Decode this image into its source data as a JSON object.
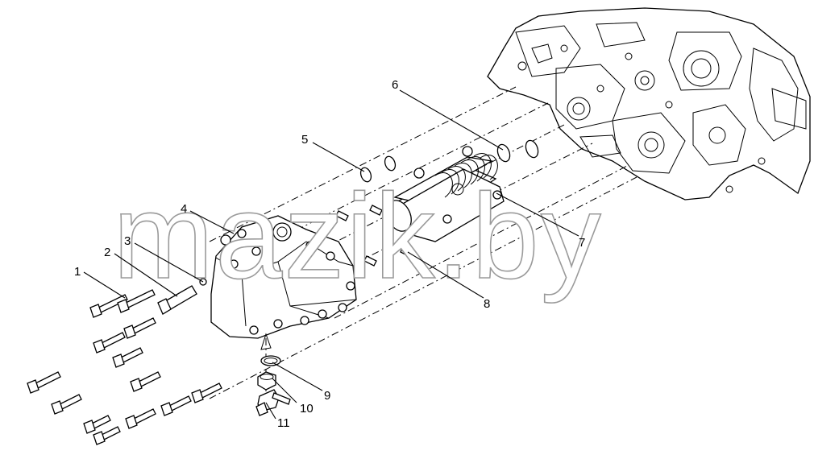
{
  "watermark": "mazik.by",
  "callouts": [
    {
      "id": "1",
      "label": "1"
    },
    {
      "id": "2",
      "label": "2"
    },
    {
      "id": "3",
      "label": "3"
    },
    {
      "id": "4",
      "label": "4"
    },
    {
      "id": "5",
      "label": "5"
    },
    {
      "id": "6",
      "label": "6"
    },
    {
      "id": "7",
      "label": "7"
    },
    {
      "id": "8",
      "label": "8"
    },
    {
      "id": "9",
      "label": "9"
    },
    {
      "id": "10",
      "label": "10"
    },
    {
      "id": "11",
      "label": "11"
    }
  ]
}
